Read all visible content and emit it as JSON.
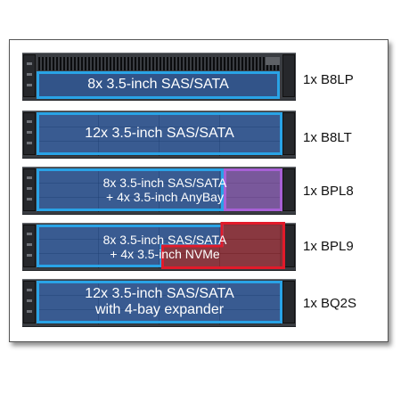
{
  "rows": [
    {
      "drives_line1": "8x 3.5-inch SAS/SATA",
      "drives_line2": "",
      "model": "1x B8LP"
    },
    {
      "drives_line1": "12x 3.5-inch SAS/SATA",
      "drives_line2": "",
      "model": "1x B8LT"
    },
    {
      "drives_line1": "8x 3.5-inch SAS/SATA",
      "drives_line2": "+ 4x 3.5-inch AnyBay",
      "model": "1x BPL8"
    },
    {
      "drives_line1": "8x 3.5-inch SAS/SATA",
      "drives_line2": "+ 4x 3.5-inch NVMe",
      "model": "1x BPL9"
    },
    {
      "drives_line1": "12x 3.5-inch SAS/SATA",
      "drives_line2": "with 4-bay expander",
      "model": "1x BQ2S"
    }
  ],
  "colors": {
    "sas_sata": "#2b68c4",
    "anybay": "#9a5fca",
    "nvme": "#c0282f"
  }
}
